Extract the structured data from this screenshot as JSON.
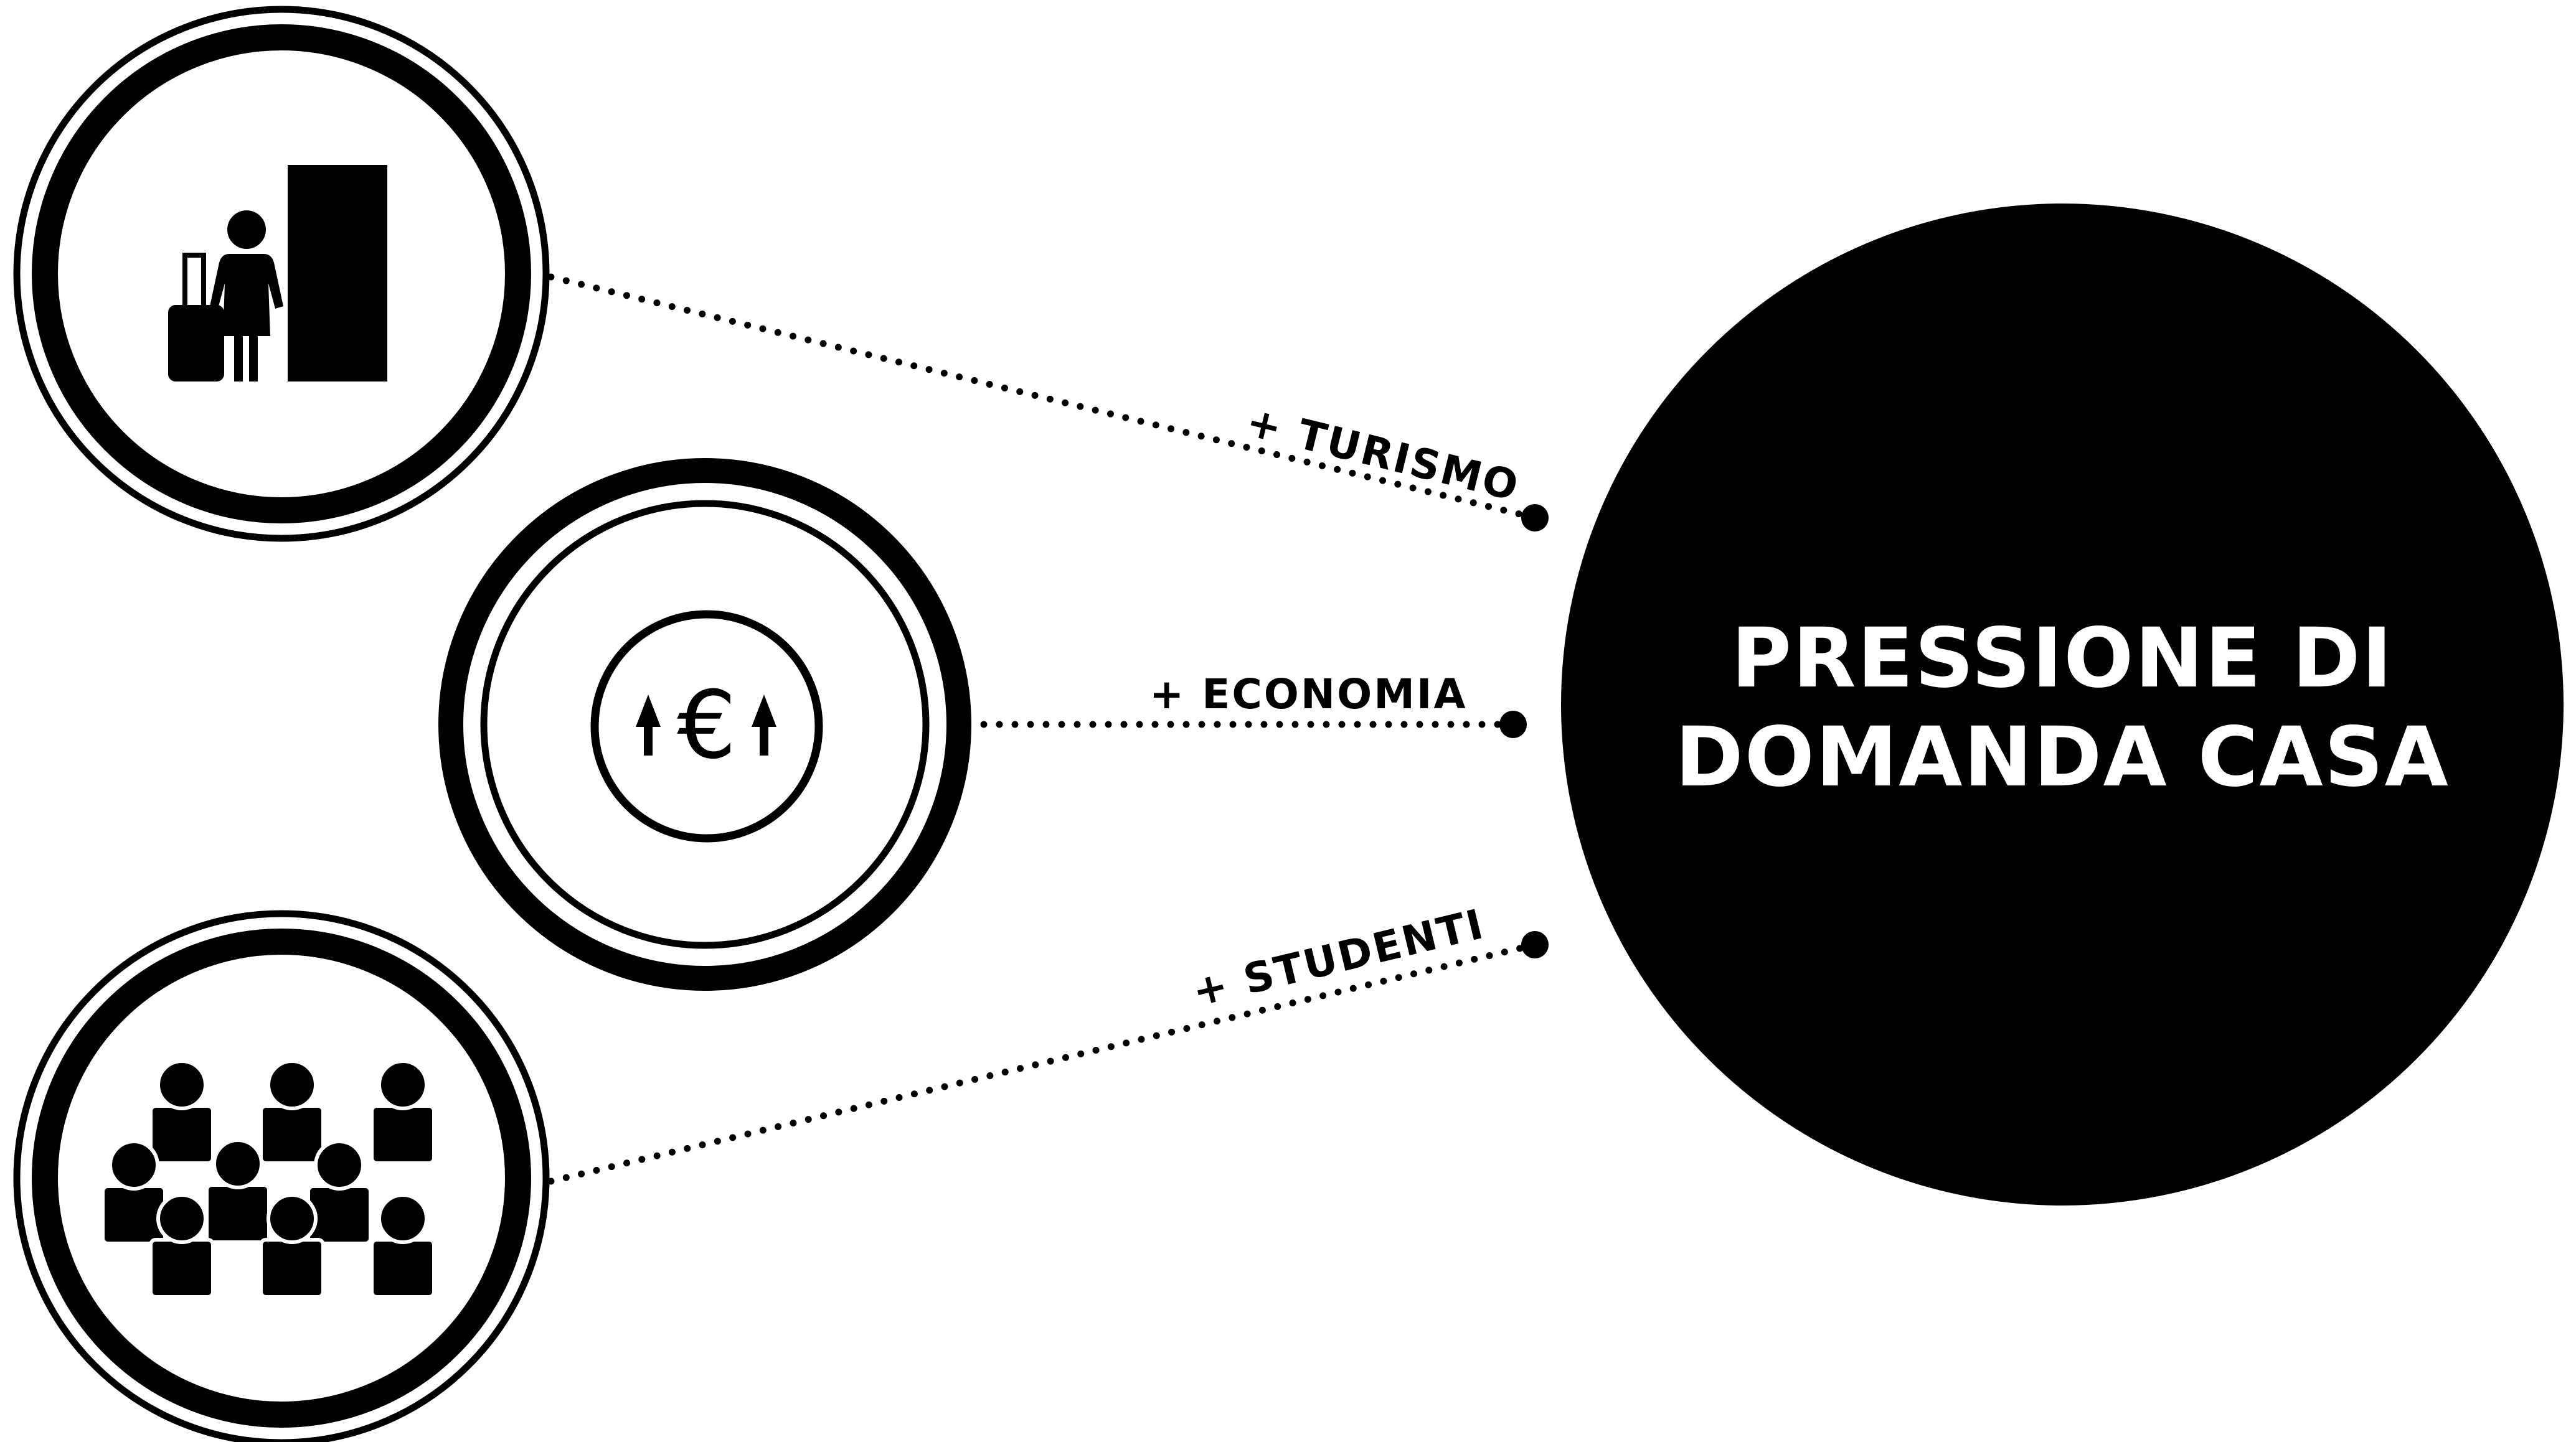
{
  "main_node": {
    "label_line1": "PRESSIONE DI",
    "label_line2": "DOMANDA CASA"
  },
  "factors": [
    {
      "id": "turismo",
      "label": "+ TURISMO",
      "icon": "tourist-luggage-door-icon"
    },
    {
      "id": "economia",
      "label": "+ ECONOMIA",
      "icon": "euro-growth-icon",
      "glyph": "€"
    },
    {
      "id": "studenti",
      "label": "+ STUDENTI",
      "icon": "students-group-icon"
    }
  ],
  "colors": {
    "foreground": "#000000",
    "background": "#ffffff"
  }
}
